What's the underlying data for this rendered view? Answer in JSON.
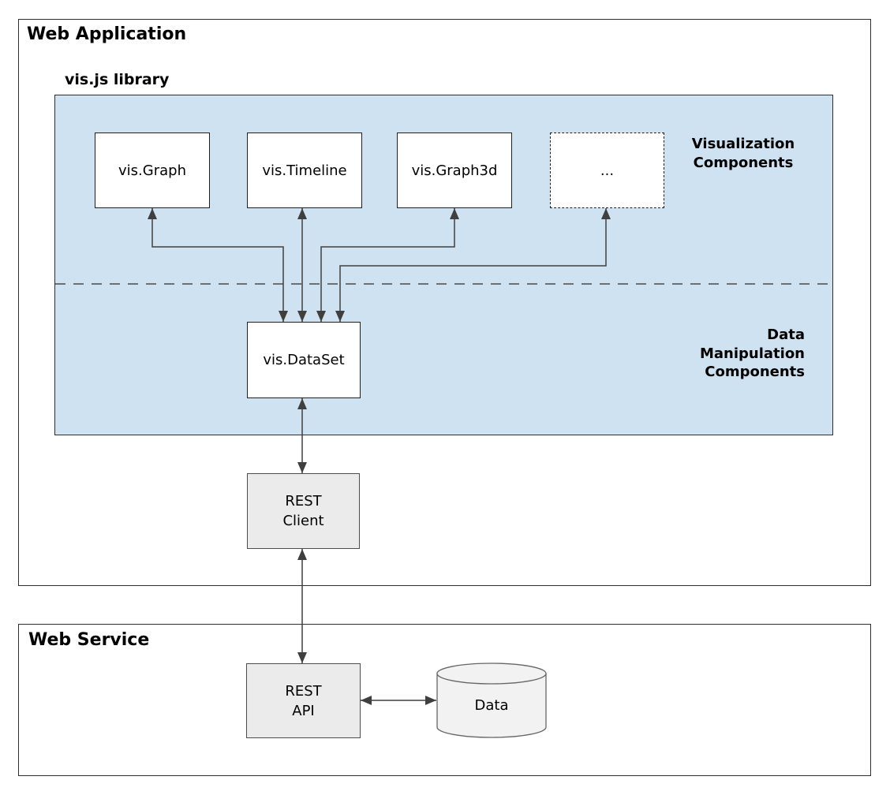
{
  "colors": {
    "canvas_bg": "#ffffff",
    "library_fill": "#cfe2f1",
    "node_fill": "#ffffff",
    "service_node_fill": "#ebebeb",
    "cylinder_fill": "#f2f2f2",
    "border_dark": "#2d2d2d",
    "border_gray": "#4d4d4d",
    "arrow": "#3f3f3f",
    "text": "#000000"
  },
  "containers": {
    "web_application": "Web Application",
    "web_service": "Web Service"
  },
  "library": {
    "title": "vis.js library",
    "visualization_group_label": "Visualization\nComponents",
    "data_group_label": "Data\nManipulation\nComponents"
  },
  "nodes": {
    "graph": "vis.Graph",
    "timeline": "vis.Timeline",
    "graph3d": "vis.Graph3d",
    "more": "...",
    "dataset": "vis.DataSet",
    "rest_client": "REST\nClient",
    "rest_api": "REST\nAPI",
    "data_store": "Data"
  }
}
